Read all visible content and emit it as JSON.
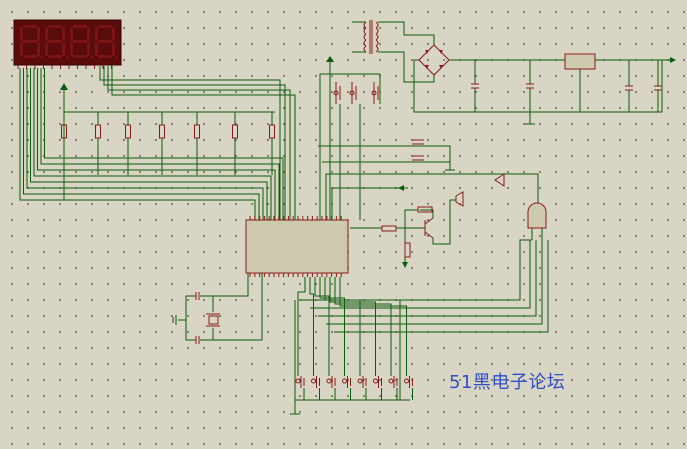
{
  "diagram": {
    "watermark": "51黑电子论坛",
    "display": {
      "digits": 4,
      "lit_segment_color": "#7a1414"
    },
    "colors": {
      "wire": "#0b5c0b",
      "component": "#8b1a1a",
      "component_fill": "#ccc9ad",
      "display_body": "#5a0c0c",
      "watermark": "#2e4fc9",
      "background": "#d8d5c4"
    },
    "components": {
      "seven_segment_display": "seven-segment-display",
      "microcontroller": "microcontroller",
      "crystal": "crystal-oscillator",
      "transformer": "transformer",
      "bridge_rectifier": "bridge-rectifier",
      "voltage_regulator": "voltage-regulator",
      "buzzer": "buzzer",
      "and_gate": "and-gate",
      "transistor": "transistor",
      "pushbuttons": "pushbutton-array"
    }
  }
}
